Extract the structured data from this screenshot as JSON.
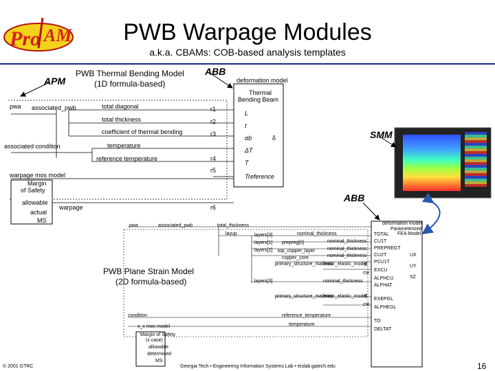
{
  "header": {
    "logo_text": "ProAM",
    "title": "PWB Warpage Modules",
    "subtitle": "a.k.a. CBAMs: COB-based analysis templates"
  },
  "top_model": {
    "caption_line1": "PWB Thermal Bending Model",
    "caption_line2": "(1D formula-based)",
    "apm_label": "APM",
    "abb_label": "ABB",
    "deformation_model": "deformation model",
    "beam_title_1": "Thermal",
    "beam_title_2": "Bending Beam",
    "pwa": "pwa",
    "associated_pwb": "associated_pwb",
    "total_diagonal": "total diagonal",
    "total_thickness": "total thickness",
    "coef_thermal_bending": "coefficient of thermal bending",
    "associated_condition": "associated condition",
    "temperature": "temperature",
    "reference_temperature": "reference temperature",
    "warpage_mos_model": "warpage mos model",
    "margin_of_safety_1": "Margin",
    "margin_of_safety_2": "of Safety",
    "allowable": "allowable",
    "actual": "actual",
    "ms": "MS",
    "warpage": "warpage",
    "relations": [
      "r1",
      "r2",
      "r3",
      "r4",
      "r5",
      "r6"
    ],
    "vars": [
      "L",
      "t",
      "αb",
      "ΔT",
      "T",
      "Treference"
    ],
    "delta": "δ"
  },
  "smm": {
    "label": "SMM"
  },
  "bottom_model": {
    "abb_label": "ABB",
    "caption_line1": "PWB Plane Strain Model",
    "caption_line2": "(2D formula-based)",
    "deformation_model": "deformation model",
    "parameterized": "Parameterized",
    "fea_model": "FEA Model",
    "pwa": "pwa",
    "associated_pwb": "associated_pwb",
    "total_thickness": "total_thickness",
    "layup": "layup",
    "layers": [
      "layers[3]",
      "layers[1]",
      "layers[2]",
      "layers[3]"
    ],
    "nominal_thickness": "nominal_thickness",
    "prepreg": "prepreg[0]",
    "top_copper_layer": "top_copper_layer",
    "copper_core": "copper_core",
    "primary_structure_material": "primary_structure_material",
    "linear_elastic_model": "linear_elastic_model",
    "e_label": "E",
    "cte_label": "cte",
    "ports_left": [
      "TOTAL",
      "CU1T",
      "PREPREGT",
      "CU2T",
      "PCU1T",
      "EXCU",
      "ALPHCU",
      "ALPHAT",
      "EXEPGL",
      "ALPHEGL",
      "TO",
      "DELTAT"
    ],
    "ports_right": [
      "UX",
      "UY",
      "SZ"
    ],
    "condition": "condition",
    "mos_model": "x_x mos model",
    "reference_temperature": "reference_temperature",
    "temperature": "temperature",
    "margin_1": "Margin of Safety",
    "margin_2": "(x case)",
    "allowable": "allowable",
    "determined": "determined",
    "ms": "MS"
  },
  "footer": {
    "copyright": "© 2001 GTRC",
    "center": "Georgia Tech • Engineering Information Systems Lab • eislab.gatech.edu",
    "page": "16"
  },
  "colors": {
    "title_rule": "#1b2a7a",
    "arrow": "#2a56b0",
    "logo_red": "#d42020",
    "logo_yellow": "#f2d21a"
  }
}
